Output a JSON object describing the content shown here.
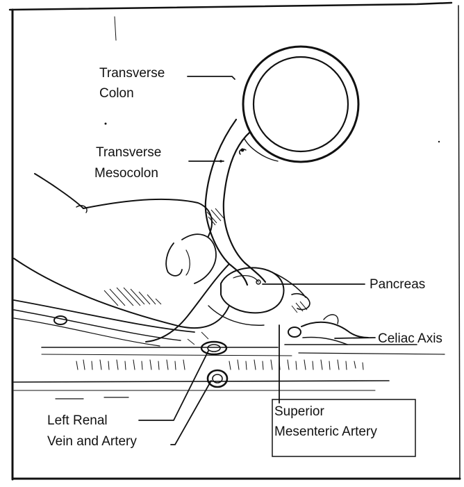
{
  "diagram": {
    "labels": {
      "transverse_colon_line1": "Transverse",
      "transverse_colon_line2": "Colon",
      "transverse_mesocolon_line1": "Transverse",
      "transverse_mesocolon_line2": "Mesocolon",
      "pancreas": "Pancreas",
      "celiac_axis": "Celiac Axis",
      "left_renal_line1": "Left Renal",
      "left_renal_line2": "Vein and Artery",
      "sma_line1": "Superior",
      "sma_line2": "Mesenteric Artery"
    }
  }
}
